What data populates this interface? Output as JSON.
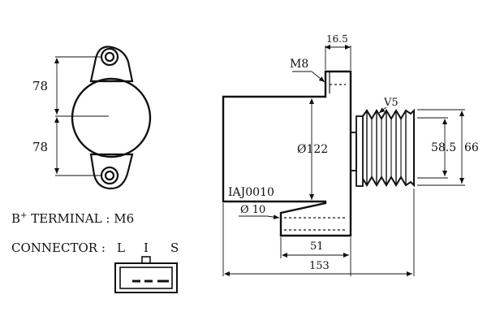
{
  "part_code": "IAJ0010",
  "dimensions": {
    "mount_upper": "78",
    "mount_lower": "78",
    "mount_thread": "M8",
    "flange_width": "16.5",
    "pulley_type": "V5",
    "body_diameter": "Ø122",
    "pulley_diameter": "58.5",
    "pulley_outer": "66",
    "hole_diameter": "Ø 10",
    "lower_width": "51",
    "overall_length": "153"
  },
  "labels": {
    "b_terminal_prefix": "B",
    "b_terminal_sup": "+",
    "b_terminal_rest": " TERMINAL : M6",
    "connector": "CONNECTOR :",
    "pin_l": "L",
    "pin_i": "I",
    "pin_s": "S"
  }
}
